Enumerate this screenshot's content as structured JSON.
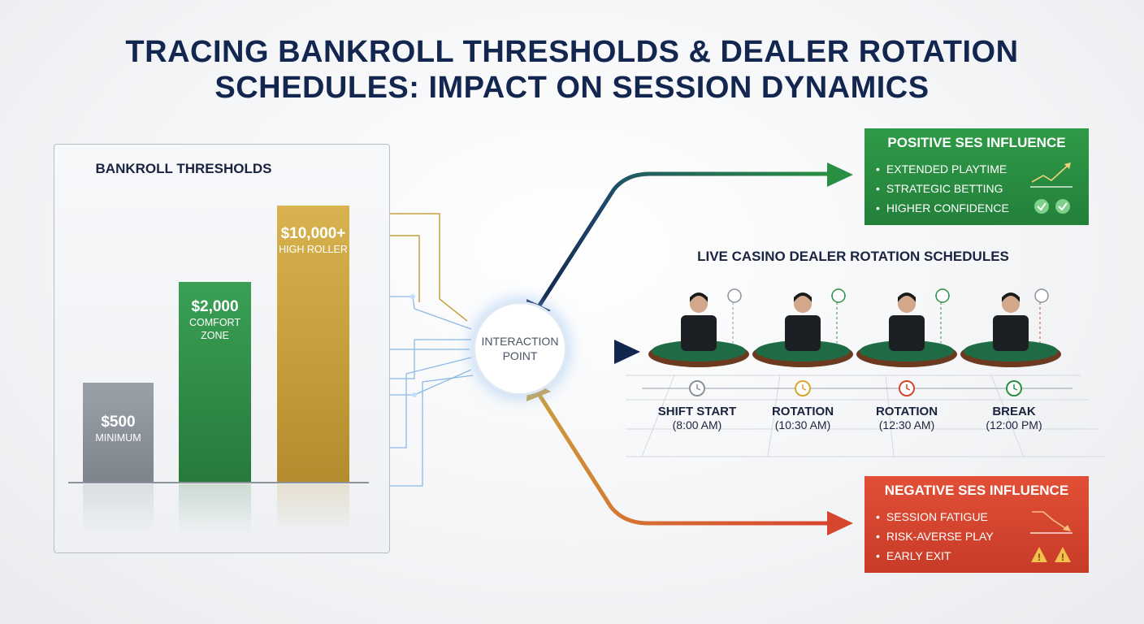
{
  "title": {
    "line1": "TRACING BANKROLL THRESHOLDS & DEALER ROTATION",
    "line2": "SCHEDULES: IMPACT ON SESSION DYNAMICS"
  },
  "bankroll": {
    "title": "BANKROLL THRESHOLDS",
    "bars": [
      {
        "value": "$500",
        "label": "MINIMUM",
        "color": "#8a9199"
      },
      {
        "value": "$2,000",
        "label_line1": "COMFORT",
        "label_line2": "ZONE",
        "color": "#2f8c47"
      },
      {
        "value": "$10,000+",
        "label": "HIGH ROLLER",
        "color": "#c9a03f"
      }
    ]
  },
  "interaction": {
    "line1": "INTERACTION",
    "line2": "POINT"
  },
  "positive": {
    "title": "POSITIVE SES INFLUENCE",
    "items": [
      "EXTENDED PLAYTIME",
      "STRATEGIC BETTING",
      "HIGHER CONFIDENCE"
    ],
    "color": "#2a8f43",
    "icon": "trend-up-icon"
  },
  "negative": {
    "title": "NEGATIVE SES INFLUENCE",
    "items": [
      "SESSION FATIGUE",
      "RISK-AVERSE PLAY",
      "EARLY EXIT"
    ],
    "color": "#d8452f",
    "icon": "trend-down-icon"
  },
  "rotation": {
    "title": "LIVE CASINO DEALER ROTATION SCHEDULES",
    "slots": [
      {
        "name": "SHIFT START",
        "time": "(8:00 AM)",
        "clock_color": "#8a9199"
      },
      {
        "name": "ROTATION",
        "time": "(10:30 AM)",
        "clock_color": "#d7a62e"
      },
      {
        "name": "ROTATION",
        "time": "(12:30 AM)",
        "clock_color": "#d8452f"
      },
      {
        "name": "BREAK",
        "time": "(12:00 PM)",
        "clock_color": "#2a8f43"
      }
    ]
  },
  "colors": {
    "navy": "#13264f",
    "gold": "#c9a03f",
    "green": "#2a8f43",
    "red": "#d8452f"
  }
}
